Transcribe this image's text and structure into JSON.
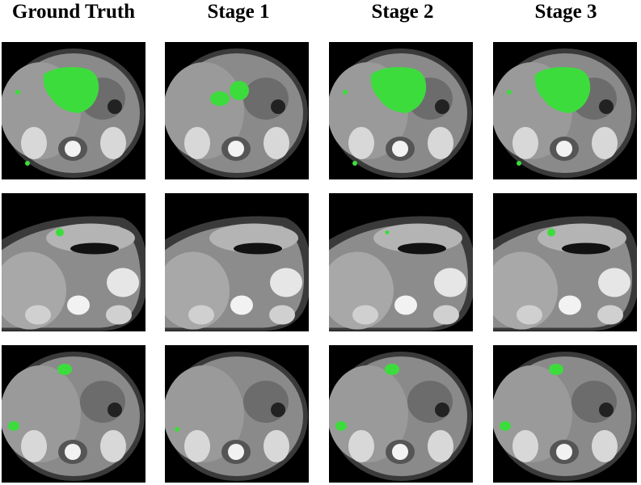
{
  "columns": [
    {
      "title": "Ground Truth"
    },
    {
      "title": "Stage 1"
    },
    {
      "title": "Stage 2"
    },
    {
      "title": "Stage 3"
    }
  ],
  "rows": [
    {
      "masks": [
        "large",
        "partial",
        "large",
        "large"
      ]
    },
    {
      "masks": [
        "spot",
        "none",
        "tiny",
        "spot"
      ]
    },
    {
      "masks": [
        "double",
        "faint",
        "double",
        "double"
      ]
    }
  ],
  "colors": {
    "background": "#ffffff",
    "frame": "#000000",
    "segmentation": "#3ddc3d",
    "tissue": "#9a9a9a",
    "bone": "#f2f2f2"
  }
}
